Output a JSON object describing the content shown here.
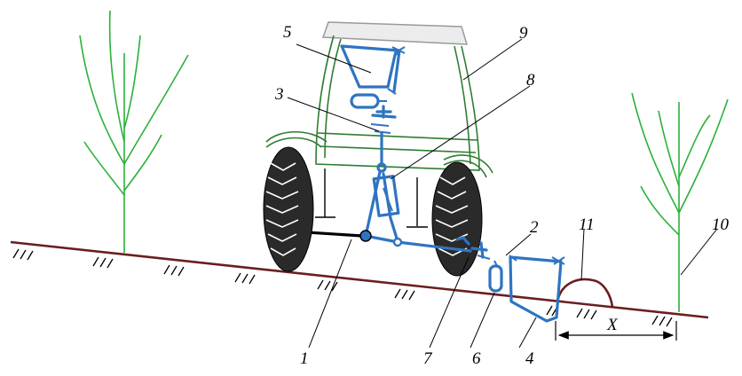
{
  "labels": {
    "l1": "1",
    "l2": "2",
    "l3": "3",
    "l4": "4",
    "l5": "5",
    "l6": "6",
    "l7": "7",
    "l8": "8",
    "l9": "9",
    "l10": "10",
    "l11": "11",
    "dimension": "X"
  },
  "colors": {
    "mechanism": "#2f74c0",
    "trees": "#2bb13a",
    "tractor_body": "#2e7d32",
    "ground": "#6a1e1e"
  }
}
